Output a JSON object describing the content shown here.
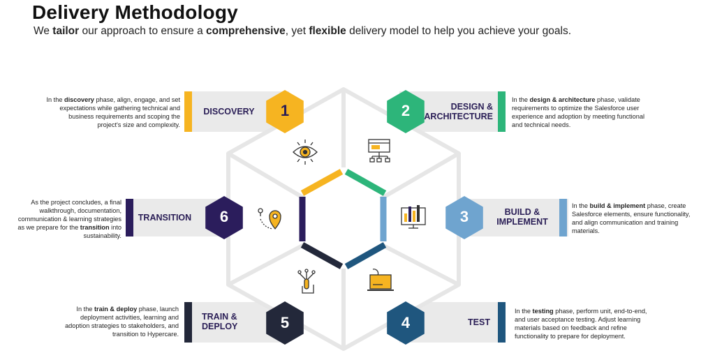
{
  "header": {
    "title": "Delivery Methodology",
    "subtitle_parts": [
      {
        "t": "We ",
        "b": false
      },
      {
        "t": "tailor",
        "b": true
      },
      {
        "t": " our approach to ensure a ",
        "b": false
      },
      {
        "t": "comprehensive",
        "b": true
      },
      {
        "t": ", yet ",
        "b": false
      },
      {
        "t": "flexible",
        "b": true
      },
      {
        "t": " delivery model to help you achieve your goals.",
        "b": false
      }
    ]
  },
  "phases": [
    {
      "number": "1",
      "label_lines": [
        "DISCOVERY"
      ],
      "color": "#f6b421",
      "icon": "eye-icon",
      "description": [
        {
          "t": "In the ",
          "b": false
        },
        {
          "t": "discovery",
          "b": true
        },
        {
          "t": " phase, align, engage, and set expectations while gathering technical and business requirements and scoping the project's size and complexity.",
          "b": false
        }
      ]
    },
    {
      "number": "2",
      "label_lines": [
        "DESIGN &",
        "ARCHITECTURE"
      ],
      "color": "#2db57a",
      "icon": "architecture-flowchart-icon",
      "description": [
        {
          "t": "In the ",
          "b": false
        },
        {
          "t": "design & architecture",
          "b": true
        },
        {
          "t": " phase, validate requirements to optimize the Salesforce user experience and adoption by meeting functional and technical needs.",
          "b": false
        }
      ]
    },
    {
      "number": "3",
      "label_lines": [
        "BUILD &",
        "IMPLEMENT"
      ],
      "color": "#6fa4cf",
      "icon": "monitor-build-icon",
      "description": [
        {
          "t": "In the ",
          "b": false
        },
        {
          "t": "build & implement",
          "b": true
        },
        {
          "t": " phase, create Salesforce elements, ensure functionality, and align communication and training materials.",
          "b": false
        }
      ]
    },
    {
      "number": "4",
      "label_lines": [
        "TEST"
      ],
      "color": "#1f567e",
      "icon": "laptop-test-icon",
      "description": [
        {
          "t": "In the ",
          "b": false
        },
        {
          "t": "testing",
          "b": true
        },
        {
          "t": " phase, perform unit, end-to-end, and user acceptance testing. Adjust learning materials based on feedback and refine functionality to prepare for deployment.",
          "b": false
        }
      ]
    },
    {
      "number": "5",
      "label_lines": [
        "TRAIN &",
        "DEPLOY"
      ],
      "color": "#23283a",
      "icon": "touch-deploy-icon",
      "description": [
        {
          "t": "In the ",
          "b": false
        },
        {
          "t": "train & deploy",
          "b": true
        },
        {
          "t": " phase, launch deployment activities, learning and adoption strategies to stakeholders, and transition to Hypercare.",
          "b": false
        }
      ]
    },
    {
      "number": "6",
      "label_lines": [
        "TRANSITION"
      ],
      "color": "#2b1d5c",
      "icon": "map-route-icon",
      "description": [
        {
          "t": "As the project concludes, a final walkthrough, documentation, communication & learning strategies as we prepare for the ",
          "b": false
        },
        {
          "t": "transition",
          "b": true
        },
        {
          "t": " into sustainability.",
          "b": false
        }
      ]
    }
  ],
  "colors": {
    "banner_bg": "#eaeaea",
    "outline": "#e6e6e6",
    "label_text": "#2a1e56"
  }
}
